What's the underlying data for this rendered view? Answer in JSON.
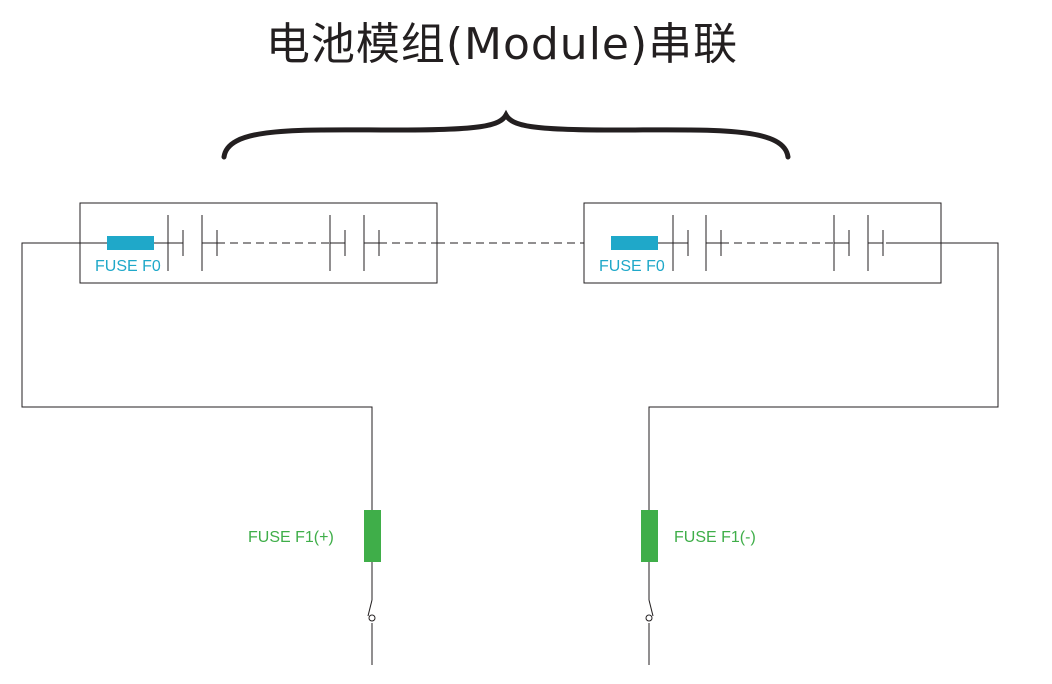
{
  "title": "电池模组(Module)串联",
  "modules": [
    {
      "fuse_label": "FUSE F0"
    },
    {
      "fuse_label": "FUSE F0"
    }
  ],
  "fuses": {
    "positive_label": "FUSE F1(+)",
    "negative_label": "FUSE F1(-)"
  },
  "colors": {
    "line": "#231f20",
    "fuse_f0": "#1fa8c9",
    "fuse_f1": "#3fae49",
    "title": "#231f20"
  }
}
